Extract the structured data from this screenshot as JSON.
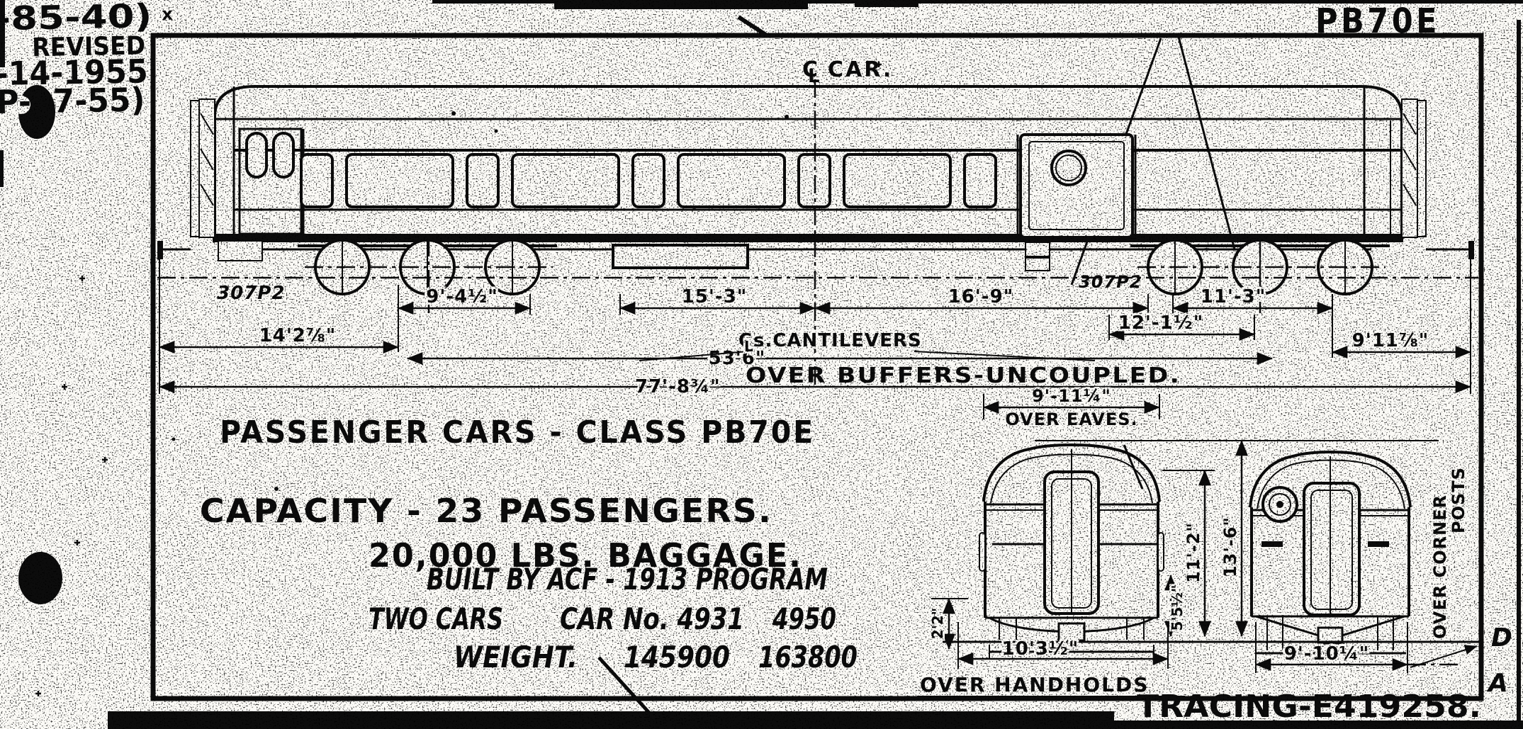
{
  "margin_notes": {
    "note1": "-85-40)",
    "note1_mark": "x",
    "note2": "REVISED",
    "note3": "-14-1955",
    "note4": "P-97-55)",
    "sheet_code": "PB70E",
    "margin_letter_d": "D",
    "margin_letter_a": "A",
    "tracing_number": "TRACING-E419258."
  },
  "side_elevation": {
    "centerline": {
      "symbol_c": "C",
      "symbol_l": "L",
      "label": "CAR."
    },
    "truck_left_label": "307P2",
    "truck_right_label": "307P2",
    "dimensions": {
      "truck_wheelbase": "9'-4½\"",
      "bolster_to_car_center_left": "15'-3\"",
      "car_center_to_bolster_right": "16'-9\"",
      "right_axle_spacing": "11'-3\"",
      "right_truck_spacing": "12'-1½\"",
      "left_overhang": "14'2⅞\"",
      "right_overhang": "9'11⅞\"",
      "cantilever_symbol_c": "C",
      "cantilever_symbol_l": "L",
      "cantilever_label": "s.CANTILEVERS",
      "cantilever_span": "53'6\"",
      "overall_length": "77'-8¾\"",
      "overall_note": "OVER BUFFERS-UNCOUPLED."
    }
  },
  "title_block": {
    "title": "PASSENGER CARS - CLASS PB70E",
    "capacity_line1": "CAPACITY - 23 PASSENGERS.",
    "capacity_line2": "20,000 LBS. BAGGAGE.",
    "builder_line": "BUILT BY ACF - 1913 PROGRAM",
    "cars_label": "TWO CARS",
    "car_no_label": "CAR No. 4931",
    "car_no_2": "4950",
    "weight_label": "WEIGHT.",
    "weight_1": "145900",
    "weight_2": "163800"
  },
  "end_views": {
    "width_over_eaves": "9'-11¼\"",
    "over_eaves_label": "OVER EAVES.",
    "height_body": "11'-2\"",
    "height_roof": "13'-6\"",
    "step_height": "2'2\"",
    "floor_height": "5'5½\"",
    "width_over_handholds": "10'3½\"",
    "over_handholds_label": "OVER HANDHOLDS",
    "width_over_corner_posts": "9'-10¼\"",
    "corner_posts_line1": "OVER CORNER",
    "corner_posts_line2": "POSTS"
  }
}
